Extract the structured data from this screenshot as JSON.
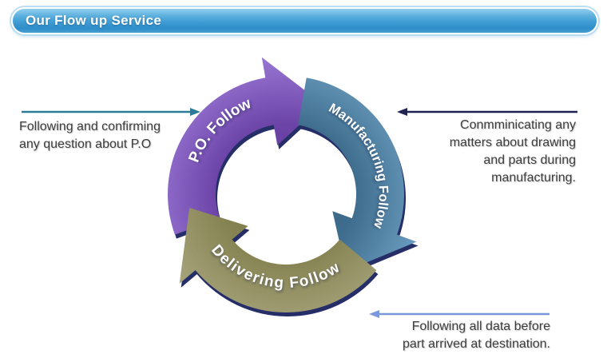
{
  "header": {
    "title": "Our Flow up Service",
    "bar_gradient_top": "#93cfee",
    "bar_gradient_bottom": "#2f8dc8"
  },
  "cycle": {
    "direction": "clockwise",
    "edge_color": "#262e68",
    "steps": [
      {
        "label": "P.O. Follow",
        "color": "#7a52b8"
      },
      {
        "label": "Manufacturing Follow",
        "color": "#447294"
      },
      {
        "label": "Delivering Follow",
        "color": "#8e8b5c"
      }
    ]
  },
  "callouts": {
    "po": {
      "lines": [
        "Following and confirming",
        "any question about P.O"
      ],
      "arrow_color": "#2e7a99",
      "arrow_direction": "right"
    },
    "manufacturing": {
      "lines": [
        "Conmminicating any",
        "matters about drawing",
        "and parts during",
        "manufacturing."
      ],
      "arrow_color": "#1e2352",
      "arrow_direction": "left"
    },
    "delivering": {
      "lines": [
        "Following all data before",
        "part arrived at destination."
      ],
      "arrow_color": "#7b97dd",
      "arrow_direction": "left"
    }
  }
}
